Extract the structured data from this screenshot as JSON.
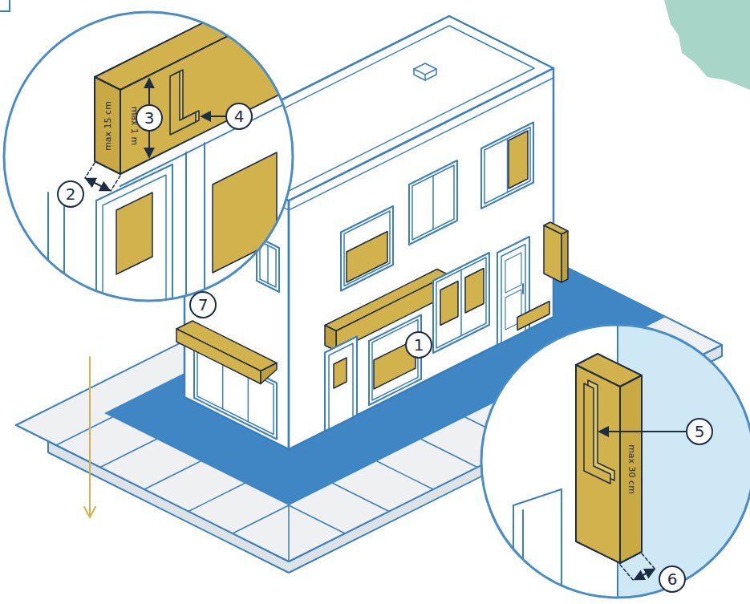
{
  "diagram": {
    "labels": [
      "1",
      "2",
      "3",
      "4",
      "5",
      "6",
      "7",
      "max 15 cm",
      "max 1 m",
      "max 30 cm"
    ]
  }
}
